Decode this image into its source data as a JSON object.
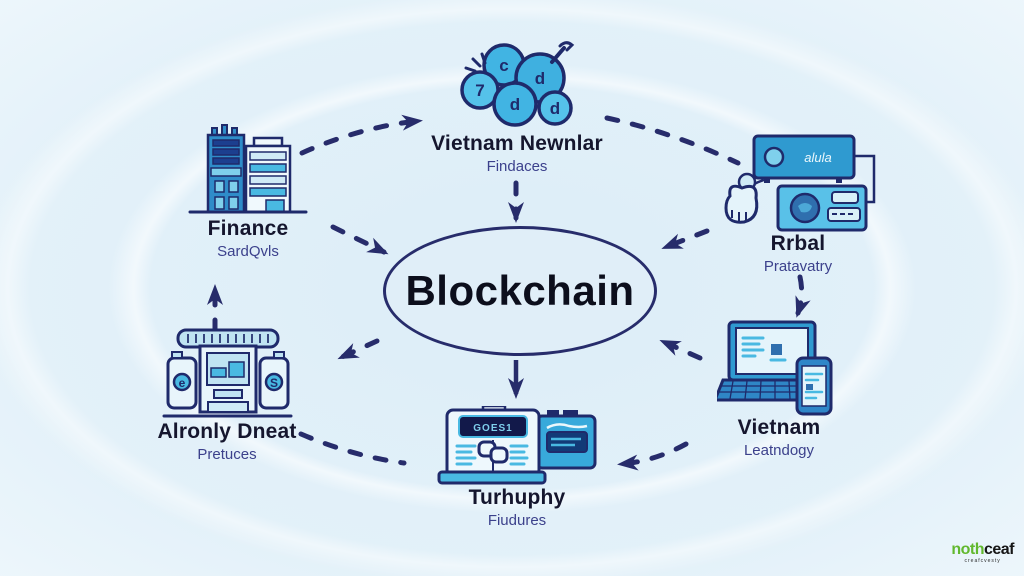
{
  "diagram": {
    "center_label": "Blockchain",
    "nodes": {
      "top": {
        "title": "Vietnam Newnlar",
        "subtitle": "Findaces",
        "icon": "coins-cluster-icon",
        "coin_glyphs": [
          "c",
          "7",
          "d",
          "d",
          "d"
        ]
      },
      "left": {
        "title": "Finance",
        "subtitle": "SardQvls",
        "icon": "bank-buildings-icon"
      },
      "right": {
        "title": "Rrbal",
        "subtitle": "Pratavatry",
        "icon": "payment-cards-icon",
        "card_text": "alula"
      },
      "bottom_left": {
        "title": "Alronly Dneat",
        "subtitle": "Pretuces",
        "icon": "industrial-machine-icon",
        "machine_glyphs": [
          "e",
          "S"
        ]
      },
      "bottom": {
        "title": "Turhuphy",
        "subtitle": "Fiudures",
        "icon": "vending-machine-icon",
        "screen_text": "GOES1"
      },
      "bottom_right": {
        "title": "Vietnam",
        "subtitle": "Leatndogy",
        "icon": "laptop-phone-icon"
      }
    },
    "colors": {
      "background": "#e3f1f9",
      "navy": "#272c6b",
      "title_text": "#15162e",
      "subtitle_text": "#3c418c",
      "icon_blue": "#3aa8d8",
      "icon_light": "#d8eef8"
    },
    "watermark": {
      "prefix": "noth",
      "suffix": "ceaf",
      "tagline": "creafcvesty"
    }
  }
}
